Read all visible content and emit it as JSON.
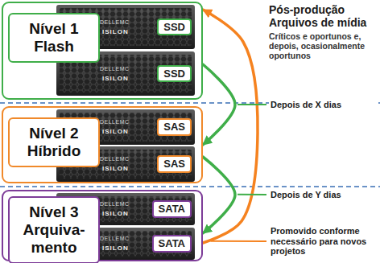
{
  "diagram": {
    "nodes": [
      {
        "text": [
          "Nível 1 Flash"
        ]
      },
      {
        "text": [
          "SSD"
        ],
        "in": 0
      },
      {
        "text": [
          "SSD"
        ],
        "in": 0
      },
      {
        "text": [
          "Nível 2 Híbrido"
        ]
      },
      {
        "text": [
          "SAS"
        ],
        "in": 3
      },
      {
        "text": [
          "SAS"
        ],
        "in": 3
      },
      {
        "text": [
          "Nível 3 Arquiva- mento"
        ]
      },
      {
        "text": [
          "SATA"
        ],
        "in": 6
      },
      {
        "text": [
          "SATA"
        ],
        "in": 6
      }
    ],
    "edges": [
      {
        "from": 0,
        "to": 3,
        "arrow": "to",
        "label": "Depois de X dias"
      },
      {
        "from": 3,
        "to": 6,
        "arrow": "to",
        "label": "Depois de Y dias"
      },
      {
        "from": 6,
        "to": 0,
        "arrow": "to",
        "label": "Promovido conforme necessário para novos projetos"
      }
    ],
    "labels": [
      "Pós-produção Arquivos de mídia",
      "Críticos e oportunos e, depois, ocasionalmente oportunos",
      "DELLEMC",
      "ISILON",
      "DELLEMC",
      "ISILON",
      "DELLEMC",
      "ISILON",
      "DELLEMC",
      "ISILON",
      "DELLEMC",
      "ISILON",
      "DELLEMC",
      "ISILON"
    ]
  }
}
